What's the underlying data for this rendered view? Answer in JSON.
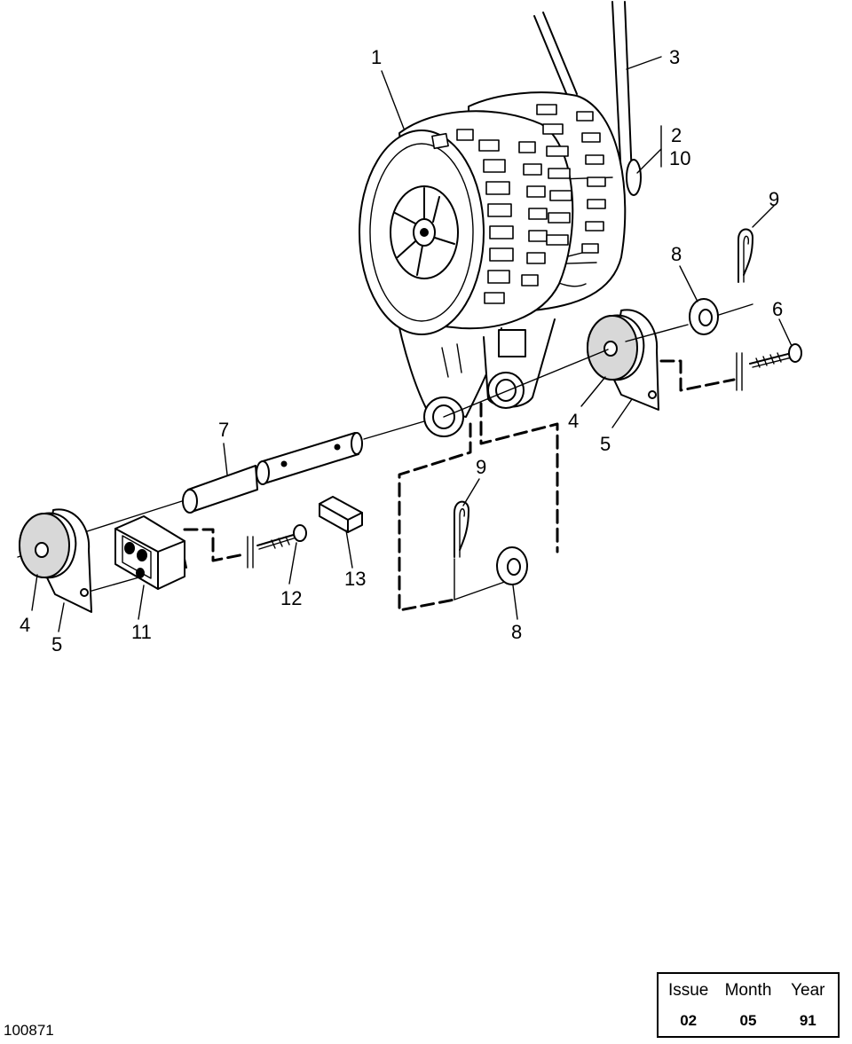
{
  "diagram": {
    "callouts": {
      "c1": "1",
      "c3": "3",
      "c2": "2",
      "c10": "10",
      "c9a": "9",
      "c8a": "8",
      "c6": "6",
      "c4a": "4",
      "c5a": "5",
      "c7": "7",
      "c9b": "9",
      "c13": "13",
      "c12": "12",
      "c4b": "4",
      "c5b": "5",
      "c11": "11",
      "c8b": "8"
    },
    "drawing_number": "100871"
  },
  "issue_table": {
    "headers": [
      "Issue",
      "Month",
      "Year"
    ],
    "values": [
      "02",
      "05",
      "91"
    ]
  }
}
